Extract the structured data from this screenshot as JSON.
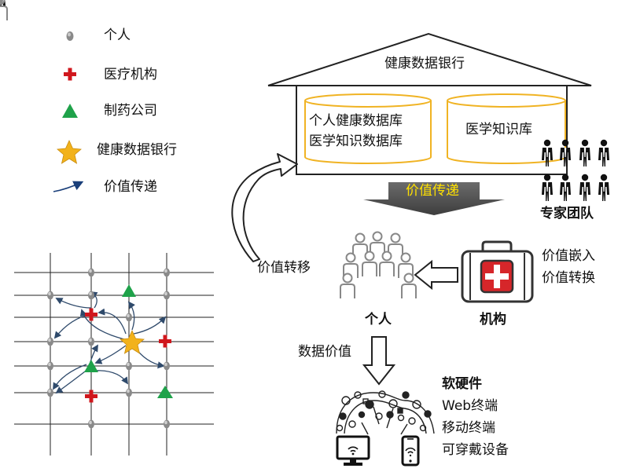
{
  "legend": {
    "person": "个人",
    "medical": "医疗机构",
    "pharma": "制药公司",
    "bank": "健康数据银行",
    "value_transfer": "价值传递"
  },
  "house": {
    "title": "健康数据银行",
    "db_left_line1": "个人健康数据库",
    "db_left_line2": "医学知识数据库",
    "db_right": "医学知识库"
  },
  "value_transfer_banner": "价值传递",
  "expert_team": "专家团队",
  "value_embed": "价值嵌入",
  "value_convert": "价值转换",
  "value_shift": "价值转移",
  "individual": "个人",
  "institution": "机构",
  "data_value": "数据价值",
  "hardware": {
    "title": "软硬件",
    "items": [
      "Web终端",
      "移动终端",
      "可穿戴设备"
    ]
  },
  "colors": {
    "person": "#8a8a8a",
    "medical": "#d0171d",
    "pharma": "#1fa24a",
    "bank": "#f2b21b",
    "arrow": "#2f4a6b",
    "db_border": "#f0b323",
    "banner": "#555555"
  }
}
